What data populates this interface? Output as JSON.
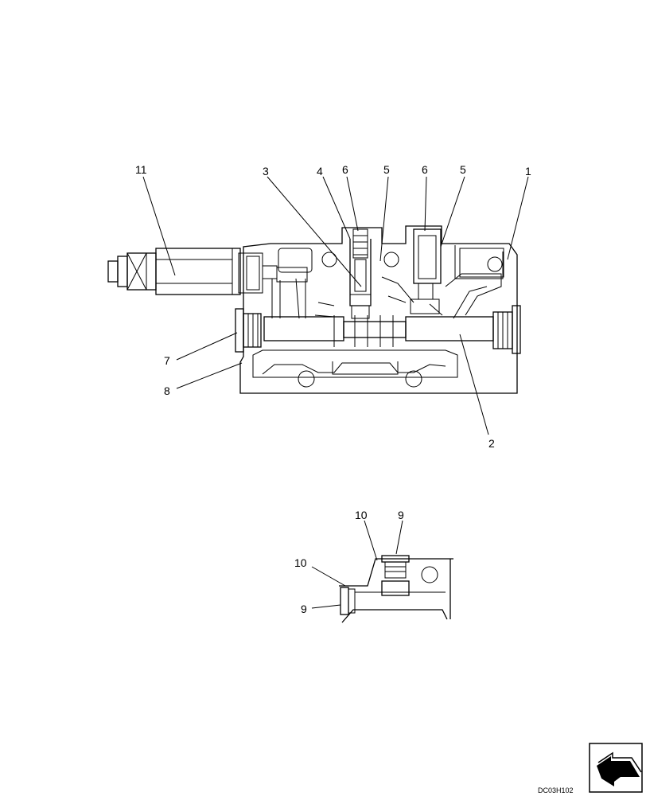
{
  "callouts": {
    "c11": "11",
    "c3": "3",
    "c4": "4",
    "c6a": "6",
    "c5a": "5",
    "c6b": "6",
    "c5b": "5",
    "c1": "1",
    "c7": "7",
    "c8": "8",
    "c2": "2",
    "d10a": "10",
    "d9a": "9",
    "d10b": "10",
    "d9b": "9"
  },
  "drawing_code": "DC03H102",
  "icons": {
    "nav": "page-turn-arrow-icon"
  }
}
